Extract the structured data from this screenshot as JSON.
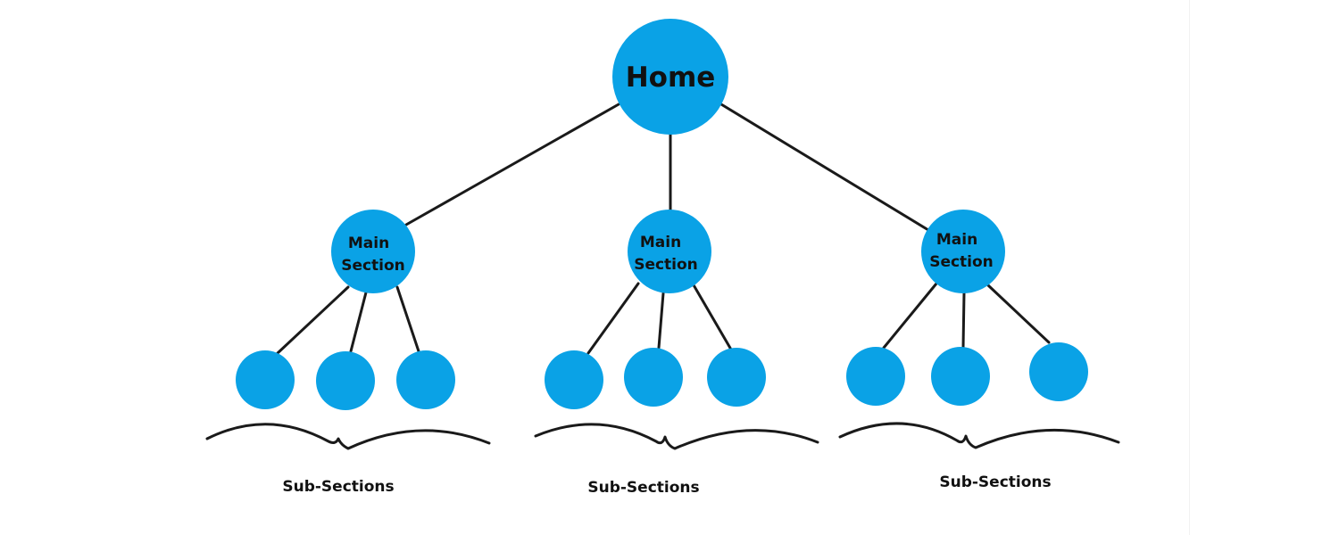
{
  "colors": {
    "node_fill": "#0aa2e6",
    "line": "#1a1a1a",
    "text": "#111111",
    "background": "#ffffff"
  },
  "root": {
    "label": "Home"
  },
  "sections": [
    {
      "label_lines": [
        "Main",
        "Section"
      ],
      "sub_count": 3,
      "caption": "Sub-Sections"
    },
    {
      "label_lines": [
        "Main",
        "Section"
      ],
      "sub_count": 3,
      "caption": "Sub-Sections"
    },
    {
      "label_lines": [
        "Main",
        "Section"
      ],
      "sub_count": 3,
      "caption": "Sub-Sections"
    }
  ]
}
